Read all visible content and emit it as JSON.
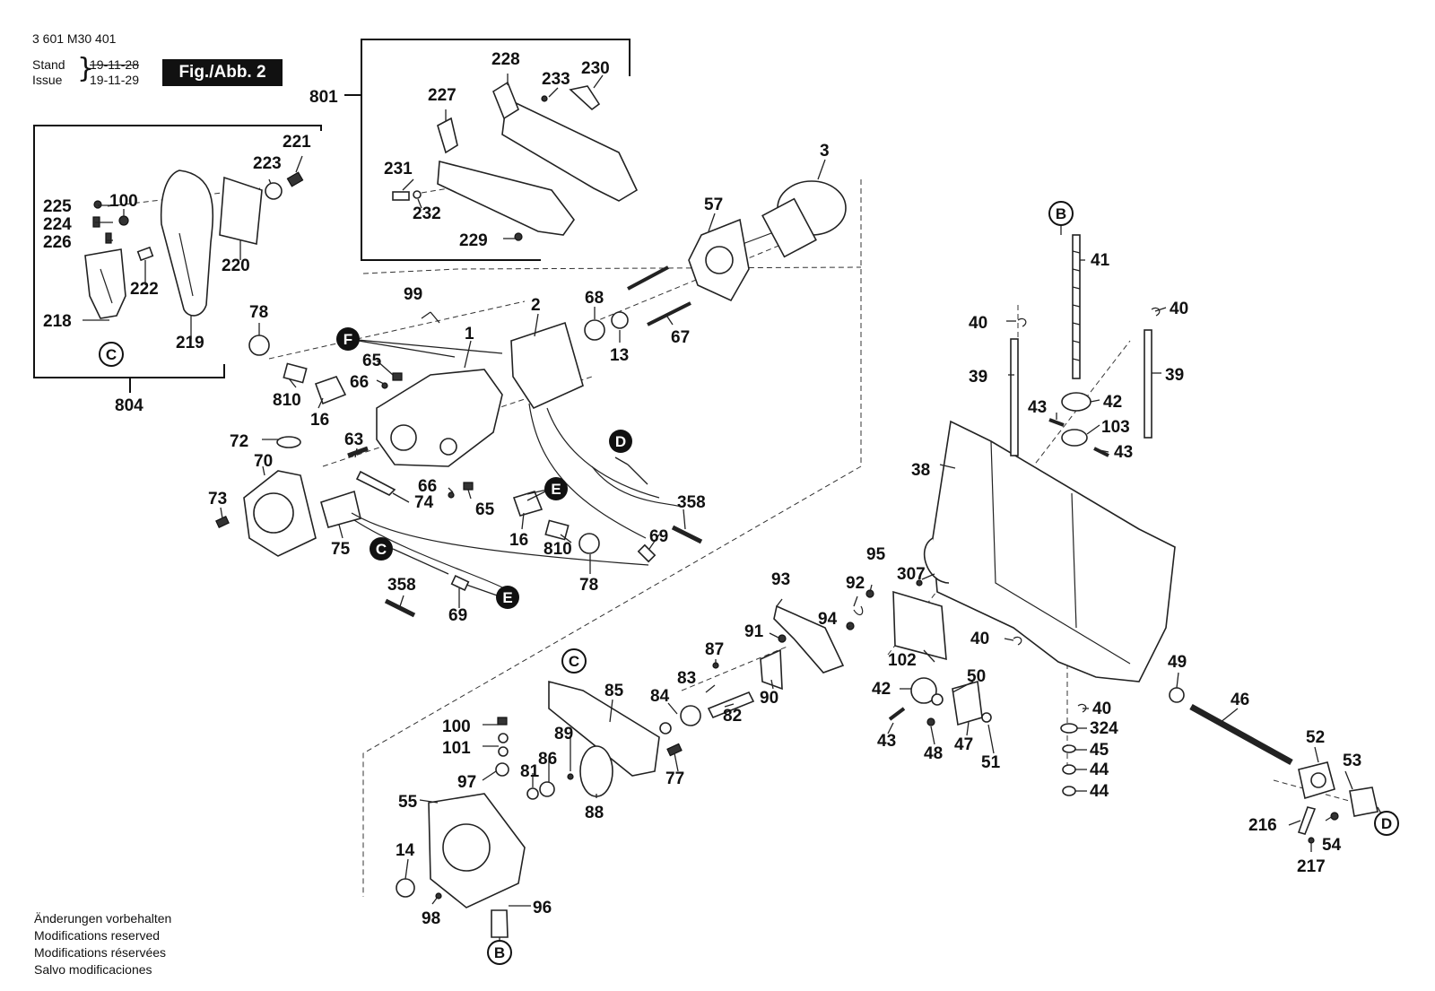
{
  "header": {
    "doc_number": "3 601 M30 401",
    "stand_label": "Stand",
    "issue_label": "Issue",
    "stand_date": "19-11-28",
    "issue_date": "19-11-29",
    "figure_label": "Fig./Abb. 2"
  },
  "footer": {
    "lines": [
      "Änderungen vorbehalten",
      "Modifications reserved",
      "Modifications réservées",
      "Salvo modificaciones"
    ]
  },
  "callouts": {
    "B": "B",
    "C": "C",
    "D": "D",
    "E": "E",
    "F": "F"
  },
  "parts": {
    "p1": "1",
    "p2": "2",
    "p3": "3",
    "p13": "13",
    "p14": "14",
    "p16": "16",
    "p38": "38",
    "p39": "39",
    "p40": "40",
    "p41": "41",
    "p42": "42",
    "p43": "43",
    "p44": "44",
    "p45": "45",
    "p46": "46",
    "p47": "47",
    "p48": "48",
    "p49": "49",
    "p50": "50",
    "p51": "51",
    "p52": "52",
    "p53": "53",
    "p54": "54",
    "p55": "55",
    "p57": "57",
    "p63": "63",
    "p65": "65",
    "p66": "66",
    "p67": "67",
    "p68": "68",
    "p69": "69",
    "p70": "70",
    "p72": "72",
    "p73": "73",
    "p74": "74",
    "p75": "75",
    "p77": "77",
    "p78": "78",
    "p81": "81",
    "p82": "82",
    "p83": "83",
    "p84": "84",
    "p85": "85",
    "p86": "86",
    "p87": "87",
    "p88": "88",
    "p89": "89",
    "p90": "90",
    "p91": "91",
    "p92": "92",
    "p93": "93",
    "p94": "94",
    "p95": "95",
    "p96": "96",
    "p97": "97",
    "p98": "98",
    "p99": "99",
    "p100": "100",
    "p101": "101",
    "p102": "102",
    "p103": "103",
    "p216": "216",
    "p217": "217",
    "p218": "218",
    "p219": "219",
    "p220": "220",
    "p221": "221",
    "p222": "222",
    "p223": "223",
    "p224": "224",
    "p225": "225",
    "p226": "226",
    "p227": "227",
    "p228": "228",
    "p229": "229",
    "p230": "230",
    "p231": "231",
    "p232": "232",
    "p233": "233",
    "p307": "307",
    "p324": "324",
    "p358": "358",
    "p801": "801",
    "p804": "804",
    "p810": "810"
  }
}
